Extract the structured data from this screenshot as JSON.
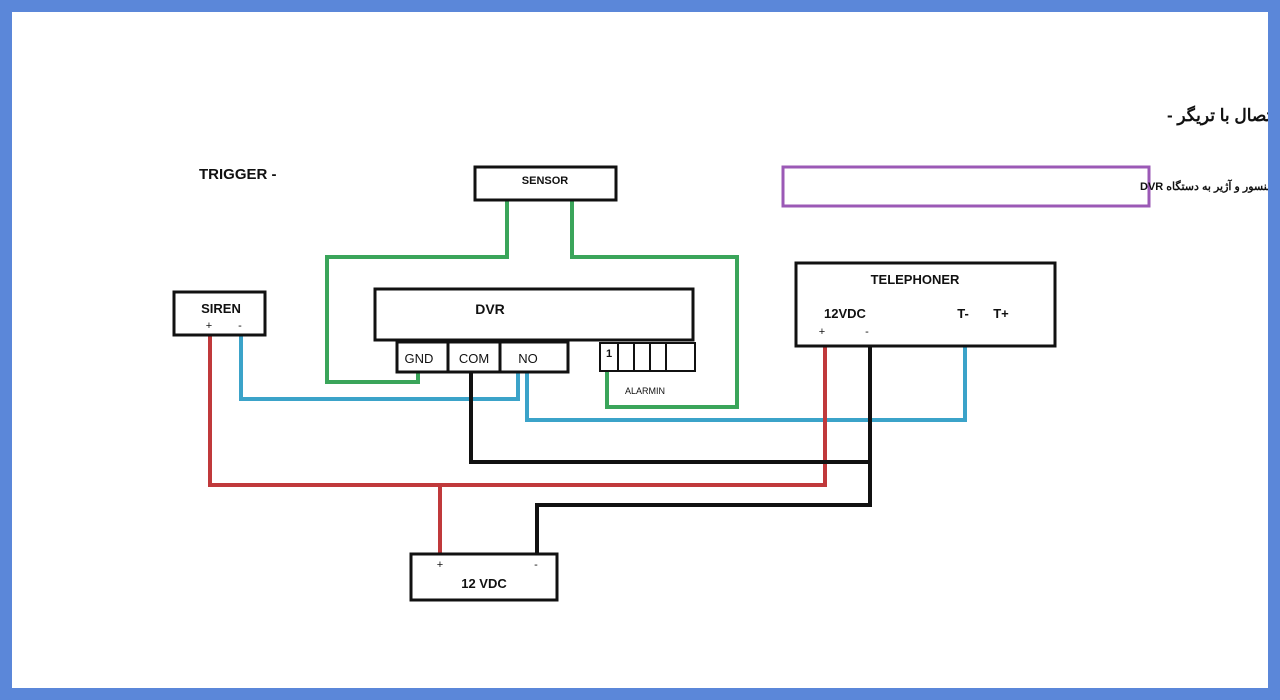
{
  "heading": "* اتصال با تریگر -",
  "trigger_label": "TRIGGER -",
  "info_box_text": "راهنمای اتصال تلفن کننده ، سنسور و آژیر به دستگاه DVR",
  "sensor": {
    "label": "SENSOR"
  },
  "dvr": {
    "label": "DVR",
    "terminals": [
      "GND",
      "COM",
      "NO"
    ],
    "alarm_first": "1",
    "alarm_label": "ALARMIN"
  },
  "siren": {
    "label": "SIREN",
    "plus": "+",
    "minus": "-"
  },
  "telephoner": {
    "label": "TELEPHONER",
    "power_label": "12VDC",
    "plus": "+",
    "minus": "-",
    "t_minus": "T-",
    "t_plus": "T+"
  },
  "psu": {
    "label": "12 VDC",
    "plus": "+",
    "minus": "-"
  },
  "colors": {
    "frame": "#5b87d9",
    "wire_green": "#3aa55a",
    "wire_blue": "#3ba3c9",
    "wire_red": "#c0393b",
    "wire_black": "#111111",
    "info_border": "#9b59b6"
  }
}
